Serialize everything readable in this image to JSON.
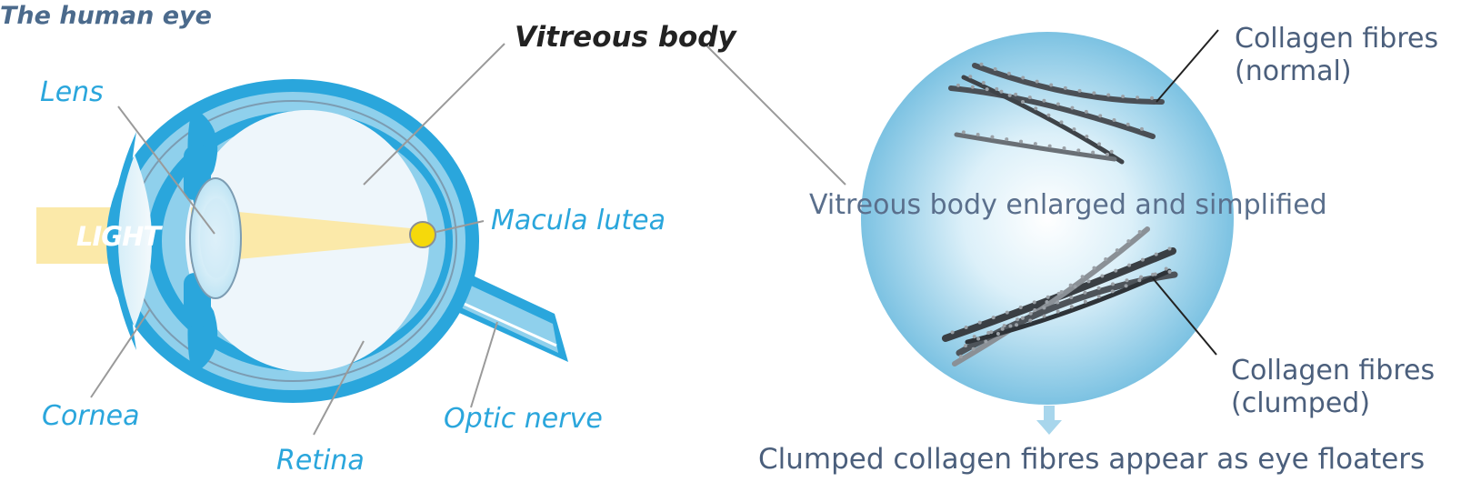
{
  "title": "The human eye",
  "labels": {
    "vitreous_body": "Vitreous body",
    "lens": "Lens",
    "light": "LIGHT",
    "macula_lutea": "Macula lutea",
    "cornea": "Cornea",
    "retina": "Retina",
    "optic_nerve": "Optic nerve"
  },
  "zoom": {
    "center_label": "Vitreous body enlarged and simplified",
    "fibres_normal_line1": "Collagen fibres",
    "fibres_normal_line2": "(normal)",
    "fibres_clumped_line1": "Collagen fibres",
    "fibres_clumped_line2": "(clumped)",
    "caption": "Clumped collagen fibres appear as eye floaters"
  },
  "colors": {
    "eye_outer": "#2aa6dc",
    "eye_mid": "#8fd0ec",
    "eye_inner": "#eef6fb",
    "light_beam": "#fbe9a9",
    "macula": "#f5d90b",
    "label_blue": "#2aa6dc",
    "label_dark": "#4b5f7c",
    "fibre": "#555a60",
    "sphere_edge": "#7ec3e2",
    "arrow": "#a8d6ec"
  }
}
